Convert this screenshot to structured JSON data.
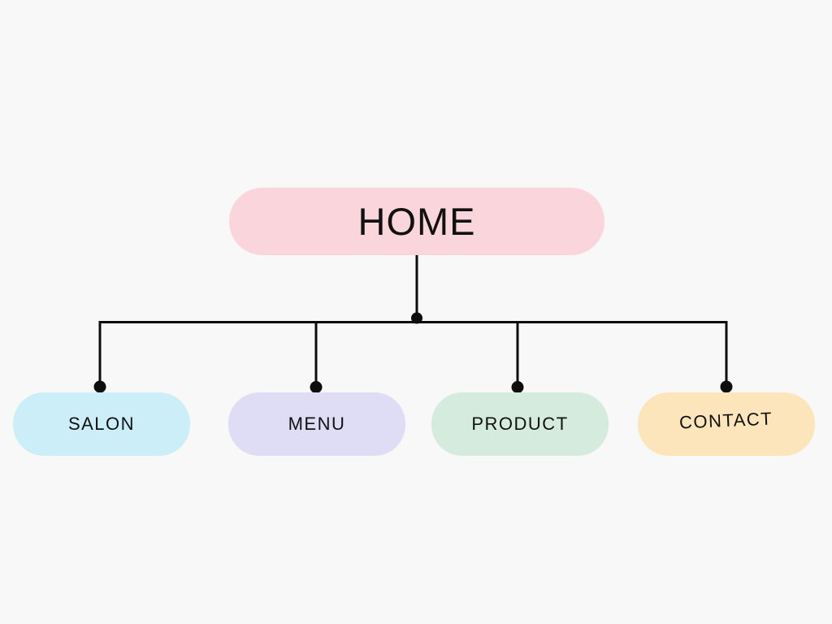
{
  "diagram": {
    "background_color": "#f8f8f8",
    "connector_color": "#0d0d0d",
    "text_color": "#111111",
    "root": {
      "id": "home",
      "label": "HOME",
      "color": "#fbd5dc"
    },
    "children": [
      {
        "id": "salon",
        "label": "SALON",
        "color": "#cceef9"
      },
      {
        "id": "menu",
        "label": "MENU",
        "color": "#dfddf6"
      },
      {
        "id": "product",
        "label": "PRODUCT",
        "color": "#d5ebdd"
      },
      {
        "id": "contact",
        "label": "CONTACT",
        "color": "#fce5bb"
      }
    ]
  }
}
